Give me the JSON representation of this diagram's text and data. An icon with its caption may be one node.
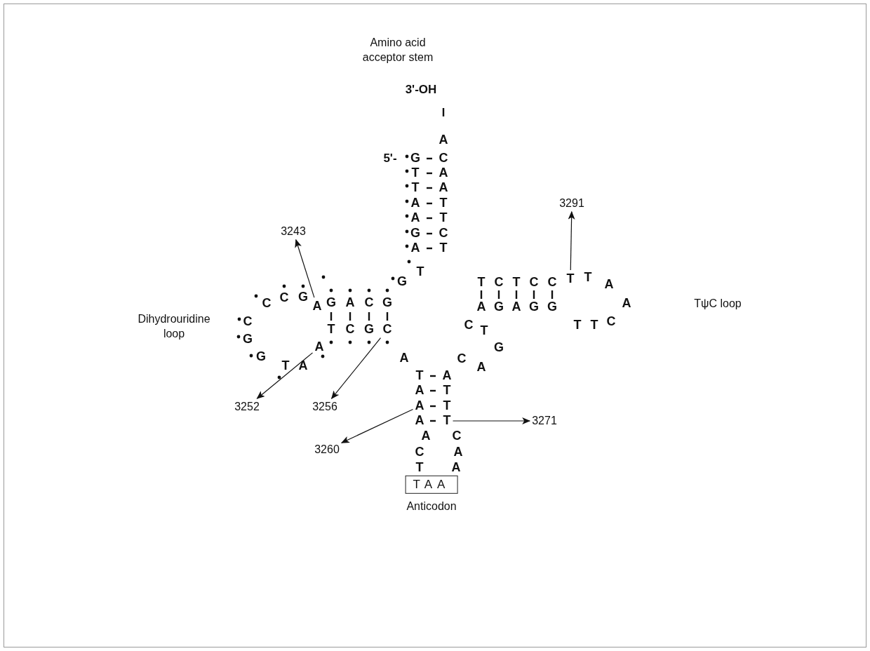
{
  "diagram": {
    "nodes": [
      {
        "text": [
          "3243"
        ]
      },
      {
        "text": [
          "3291"
        ]
      },
      {
        "text": [
          "3252"
        ]
      },
      {
        "text": [
          "3256"
        ]
      },
      {
        "text": [
          "3260"
        ]
      },
      {
        "text": [
          "3271"
        ]
      },
      {
        "text": [
          "TAA"
        ],
        "beside": [
          "Anticodon"
        ]
      },
      {
        "text": [
          "A"
        ]
      },
      {
        "text": [
          "T"
        ]
      },
      {
        "text": [
          "A"
        ]
      },
      {
        "text": [
          "C"
        ]
      },
      {
        "text": [
          "A"
        ]
      },
      {
        "text": [
          "T"
        ]
      }
    ],
    "edges": [
      {
        "from": 7,
        "to": 0,
        "arrow": "to"
      },
      {
        "from": 8,
        "to": 1,
        "arrow": "to"
      },
      {
        "from": 9,
        "to": 2,
        "arrow": "to"
      },
      {
        "from": 10,
        "to": 3,
        "arrow": "to"
      },
      {
        "from": 11,
        "to": 4,
        "arrow": "to"
      },
      {
        "from": 12,
        "to": 5,
        "arrow": "to"
      }
    ],
    "labels": [
      "Amino acid acceptor stem",
      "3'-OH",
      "A",
      "5'-",
      "G",
      "C",
      "T",
      "A",
      "T",
      "A",
      "A",
      "T",
      "A",
      "T",
      "G",
      "C",
      "A",
      "T",
      "G",
      "T",
      "T",
      "C",
      "T",
      "C",
      "C",
      "T",
      "A",
      "C",
      "C",
      "G",
      "G",
      "A",
      "C",
      "G",
      "A",
      "G",
      "A",
      "G",
      "G",
      "A",
      "TψC loop",
      "Dihydrouridine loop",
      "C",
      "T",
      "C",
      "G",
      "C",
      "T",
      "T",
      "T",
      "C",
      "G",
      "G",
      "A",
      "C",
      "G",
      "T",
      "A",
      "A",
      "T",
      "A",
      "A",
      "T",
      "T",
      "A",
      "A",
      "C",
      "C",
      "A",
      "T",
      "A"
    ]
  }
}
